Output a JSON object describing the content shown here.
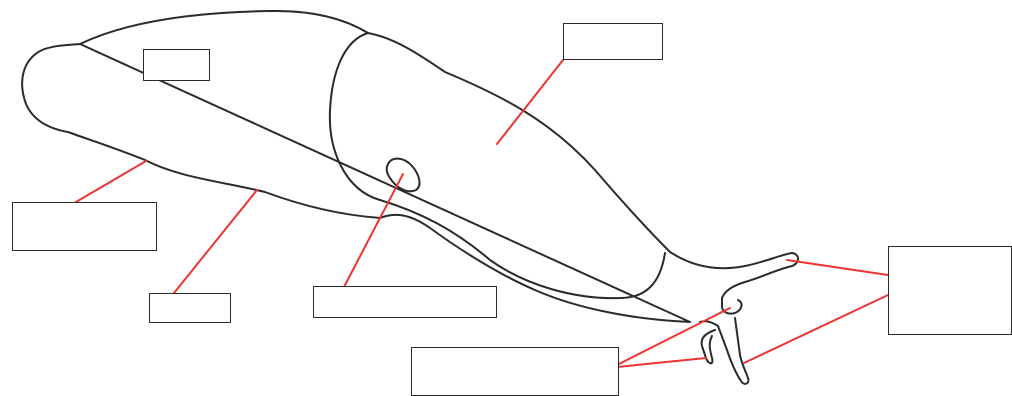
{
  "diagram": {
    "subject": "slug",
    "colors": {
      "outline": "#2b2b2b",
      "leader_line": "#ee3333",
      "box_border": "#2b2b2b",
      "background": "#ffffff"
    },
    "labels": [
      {
        "id": "tail-box",
        "text": ""
      },
      {
        "id": "mantle-box",
        "text": ""
      },
      {
        "id": "body-side-box",
        "text": ""
      },
      {
        "id": "foot-box",
        "text": ""
      },
      {
        "id": "breathing-pore-box",
        "text": ""
      },
      {
        "id": "lower-tentacles-box",
        "text": ""
      },
      {
        "id": "upper-tentacles-box",
        "text": ""
      }
    ]
  }
}
